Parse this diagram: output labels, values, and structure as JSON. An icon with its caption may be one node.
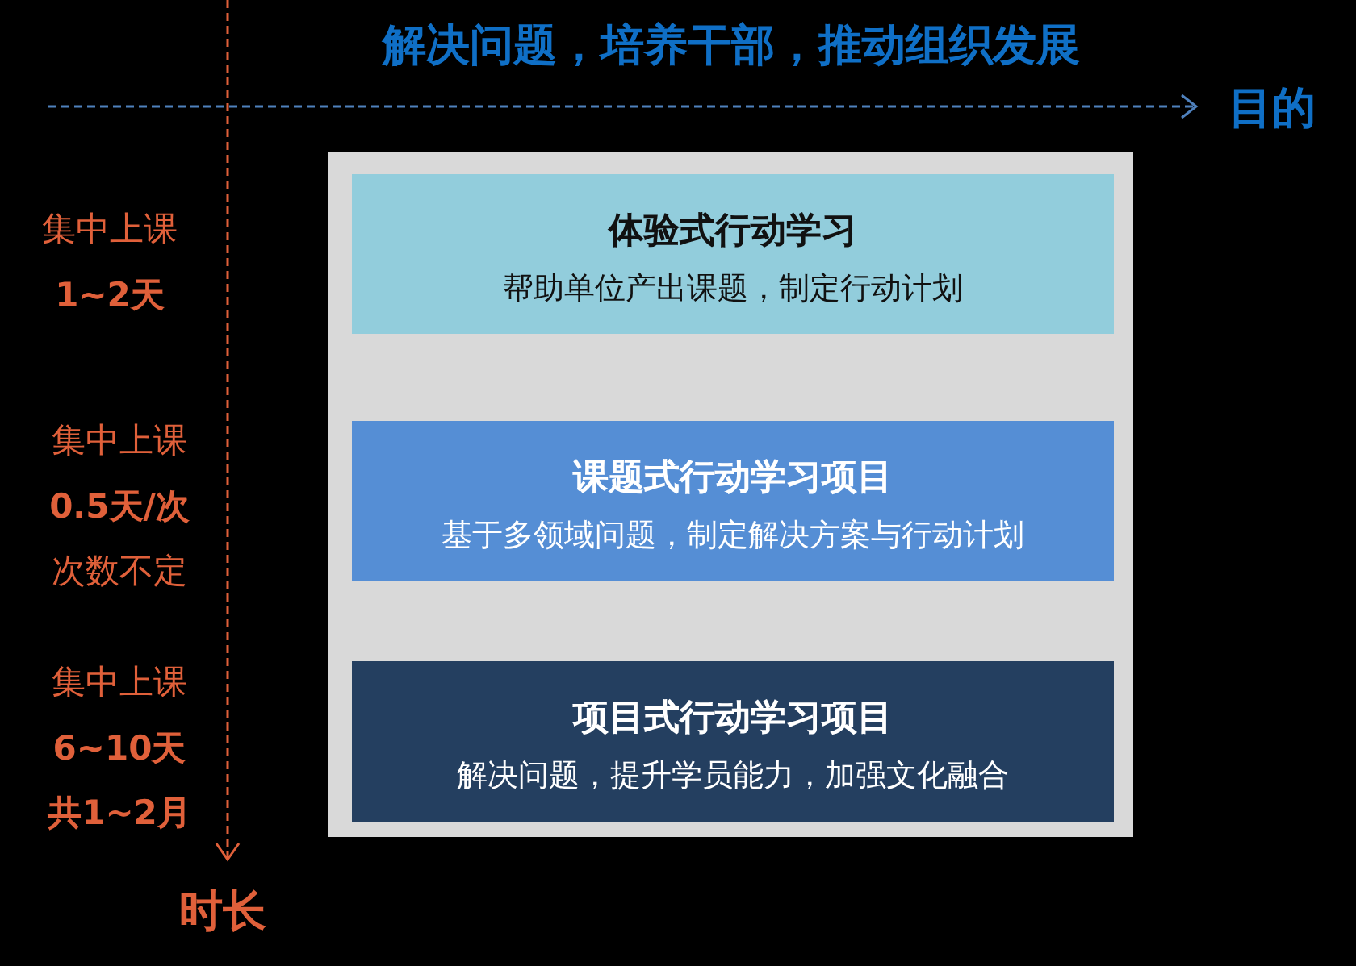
{
  "diagram": {
    "title": "解决问题，培养干部，推动组织发展",
    "nodes": [
      {
        "text": [],
        "shape": "box"
      },
      {
        "text": [
          "体验式行动学习",
          "帮助单位产出课题，制定行动计划"
        ],
        "in": 0
      },
      {
        "text": [
          "课题式行动学习项目",
          "基于多领域问题，制定解决方案与行动计划"
        ],
        "in": 0
      },
      {
        "text": [
          "项目式行动学习项目",
          "解决问题，提升学员能力，加强文化融合"
        ],
        "in": 0
      }
    ],
    "labels": [
      "目的",
      "集中上课",
      "1~2天",
      "集中上课",
      "0.5天/次",
      "次数不定",
      "集中上课",
      "6~10天",
      "共1~2月",
      "时长"
    ]
  }
}
